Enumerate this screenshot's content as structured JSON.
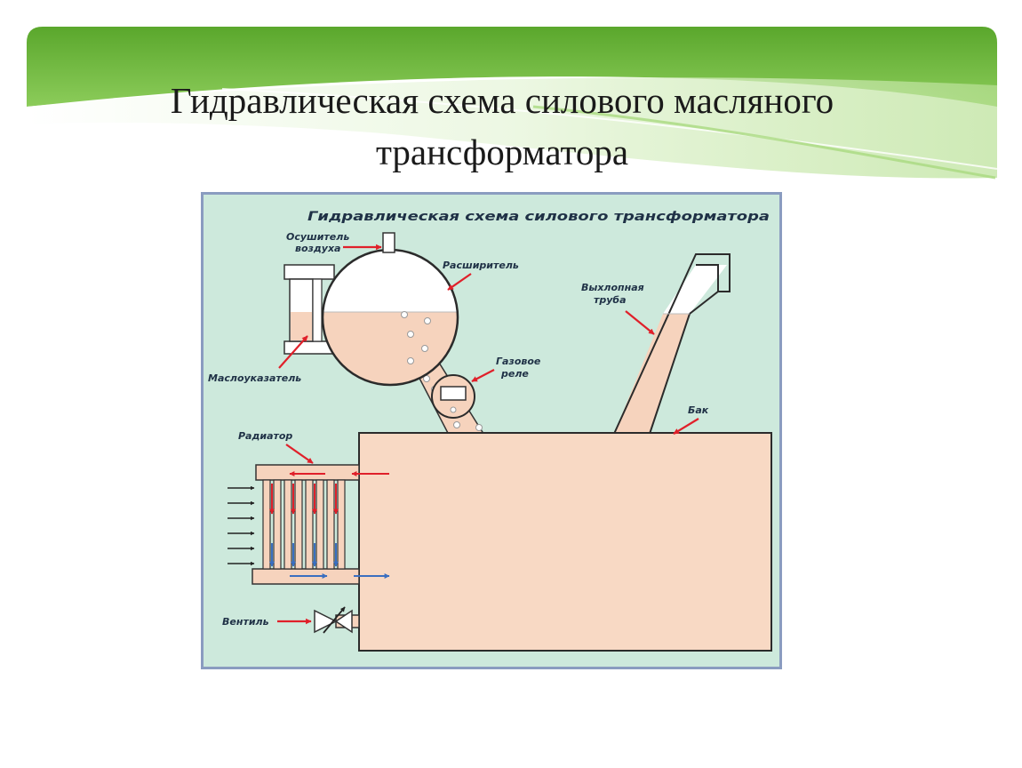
{
  "slide": {
    "title_line1": "Гидравлическая схема силового масляного",
    "title_line2": "трансформатора"
  },
  "diagram": {
    "heading": "Гидравлическая схема силового трансформатора",
    "labels": {
      "air_dryer_line1": "Осушитель",
      "air_dryer_line2": "воздуха",
      "expander": "Расширитель",
      "oil_gauge": "Маслоуказатель",
      "gas_relay_line1": "Газовое",
      "gas_relay_line2": "реле",
      "exhaust_pipe_line1": "Выхлопная",
      "exhaust_pipe_line2": "труба",
      "tank": "Бак",
      "radiator": "Радиатор",
      "valve": "Вентиль"
    },
    "colors": {
      "background": "#cde9dc",
      "border": "#8a9cc0",
      "oil": "#f6d3bd",
      "outline": "#2b2b2b",
      "hot_arrow": "#e0202a",
      "cold_arrow": "#3a6fc0",
      "banner_green": "#5fae2e"
    },
    "icons": [
      "air-dryer-icon",
      "expander-tank-icon",
      "gas-relay-icon",
      "valve-icon"
    ]
  }
}
